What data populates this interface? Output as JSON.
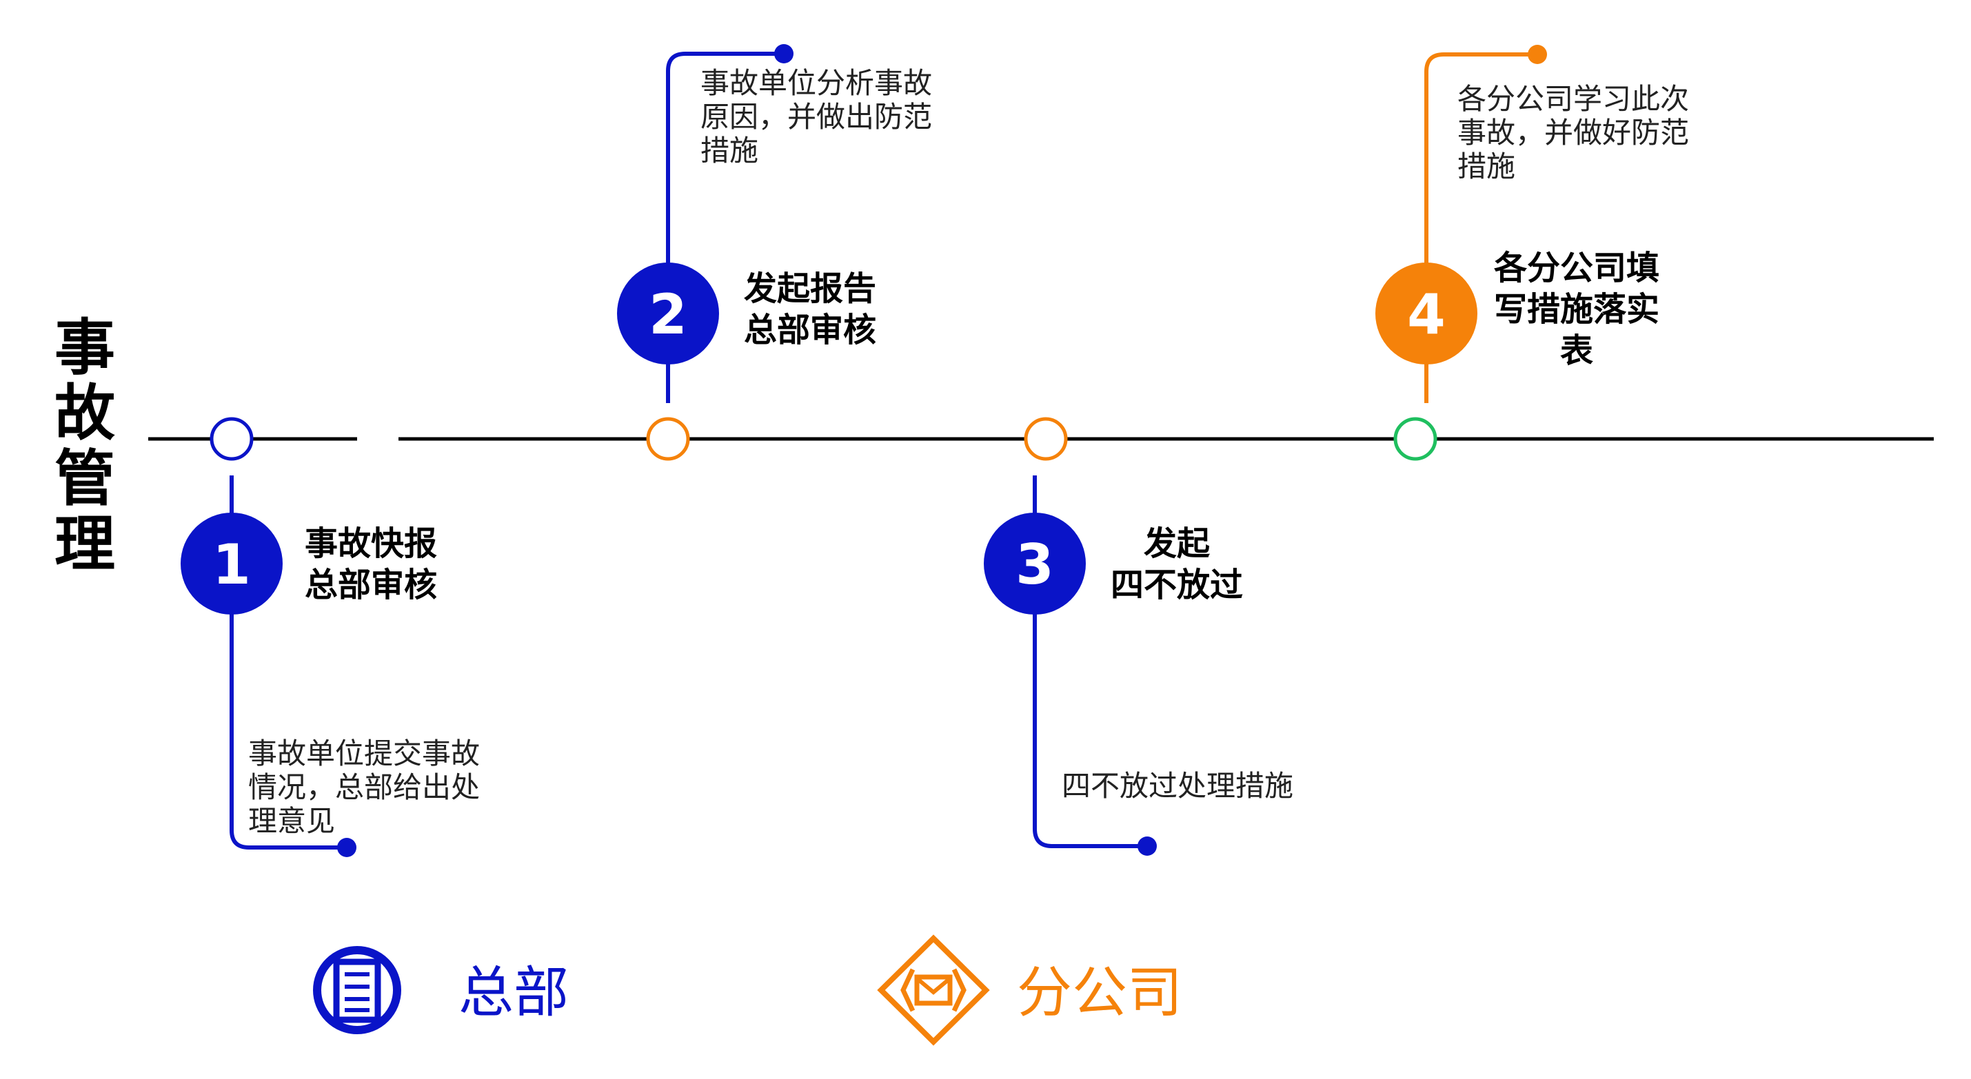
{
  "colors": {
    "headquarters": "#0a14c8",
    "branch": "#f5820a",
    "green_marker": "#1fbf5f",
    "axis": "#000000",
    "node_text": "#ffffff"
  },
  "title": [
    "事",
    "故",
    "管",
    "理"
  ],
  "steps": [
    {
      "number": "1",
      "owner": "headquarters",
      "title_lines": [
        "事故快报",
        "总部审核"
      ],
      "desc_lines": [
        "事故单位提交事故",
        "情况，总部给出处",
        "理意见"
      ]
    },
    {
      "number": "2",
      "owner": "headquarters",
      "title_lines": [
        "发起报告",
        "总部审核"
      ],
      "desc_lines": [
        "事故单位分析事故",
        "原因，并做出防范",
        "措施"
      ]
    },
    {
      "number": "3",
      "owner": "headquarters",
      "title_lines": [
        "发起",
        "四不放过"
      ],
      "desc_lines": [
        "四不放过处理措施"
      ]
    },
    {
      "number": "4",
      "owner": "branch",
      "title_lines": [
        "各分公司填",
        "写措施落实",
        "表"
      ],
      "desc_lines": [
        "各分公司学习此次",
        "事故，并做好防范",
        "措施"
      ]
    }
  ],
  "timeline_markers": [
    "headquarters",
    "branch",
    "branch",
    "green_marker"
  ],
  "legend": [
    {
      "label": "总部",
      "owner": "headquarters",
      "icon": "building-icon"
    },
    {
      "label": "分公司",
      "owner": "branch",
      "icon": "envelope-diamond-icon"
    }
  ]
}
